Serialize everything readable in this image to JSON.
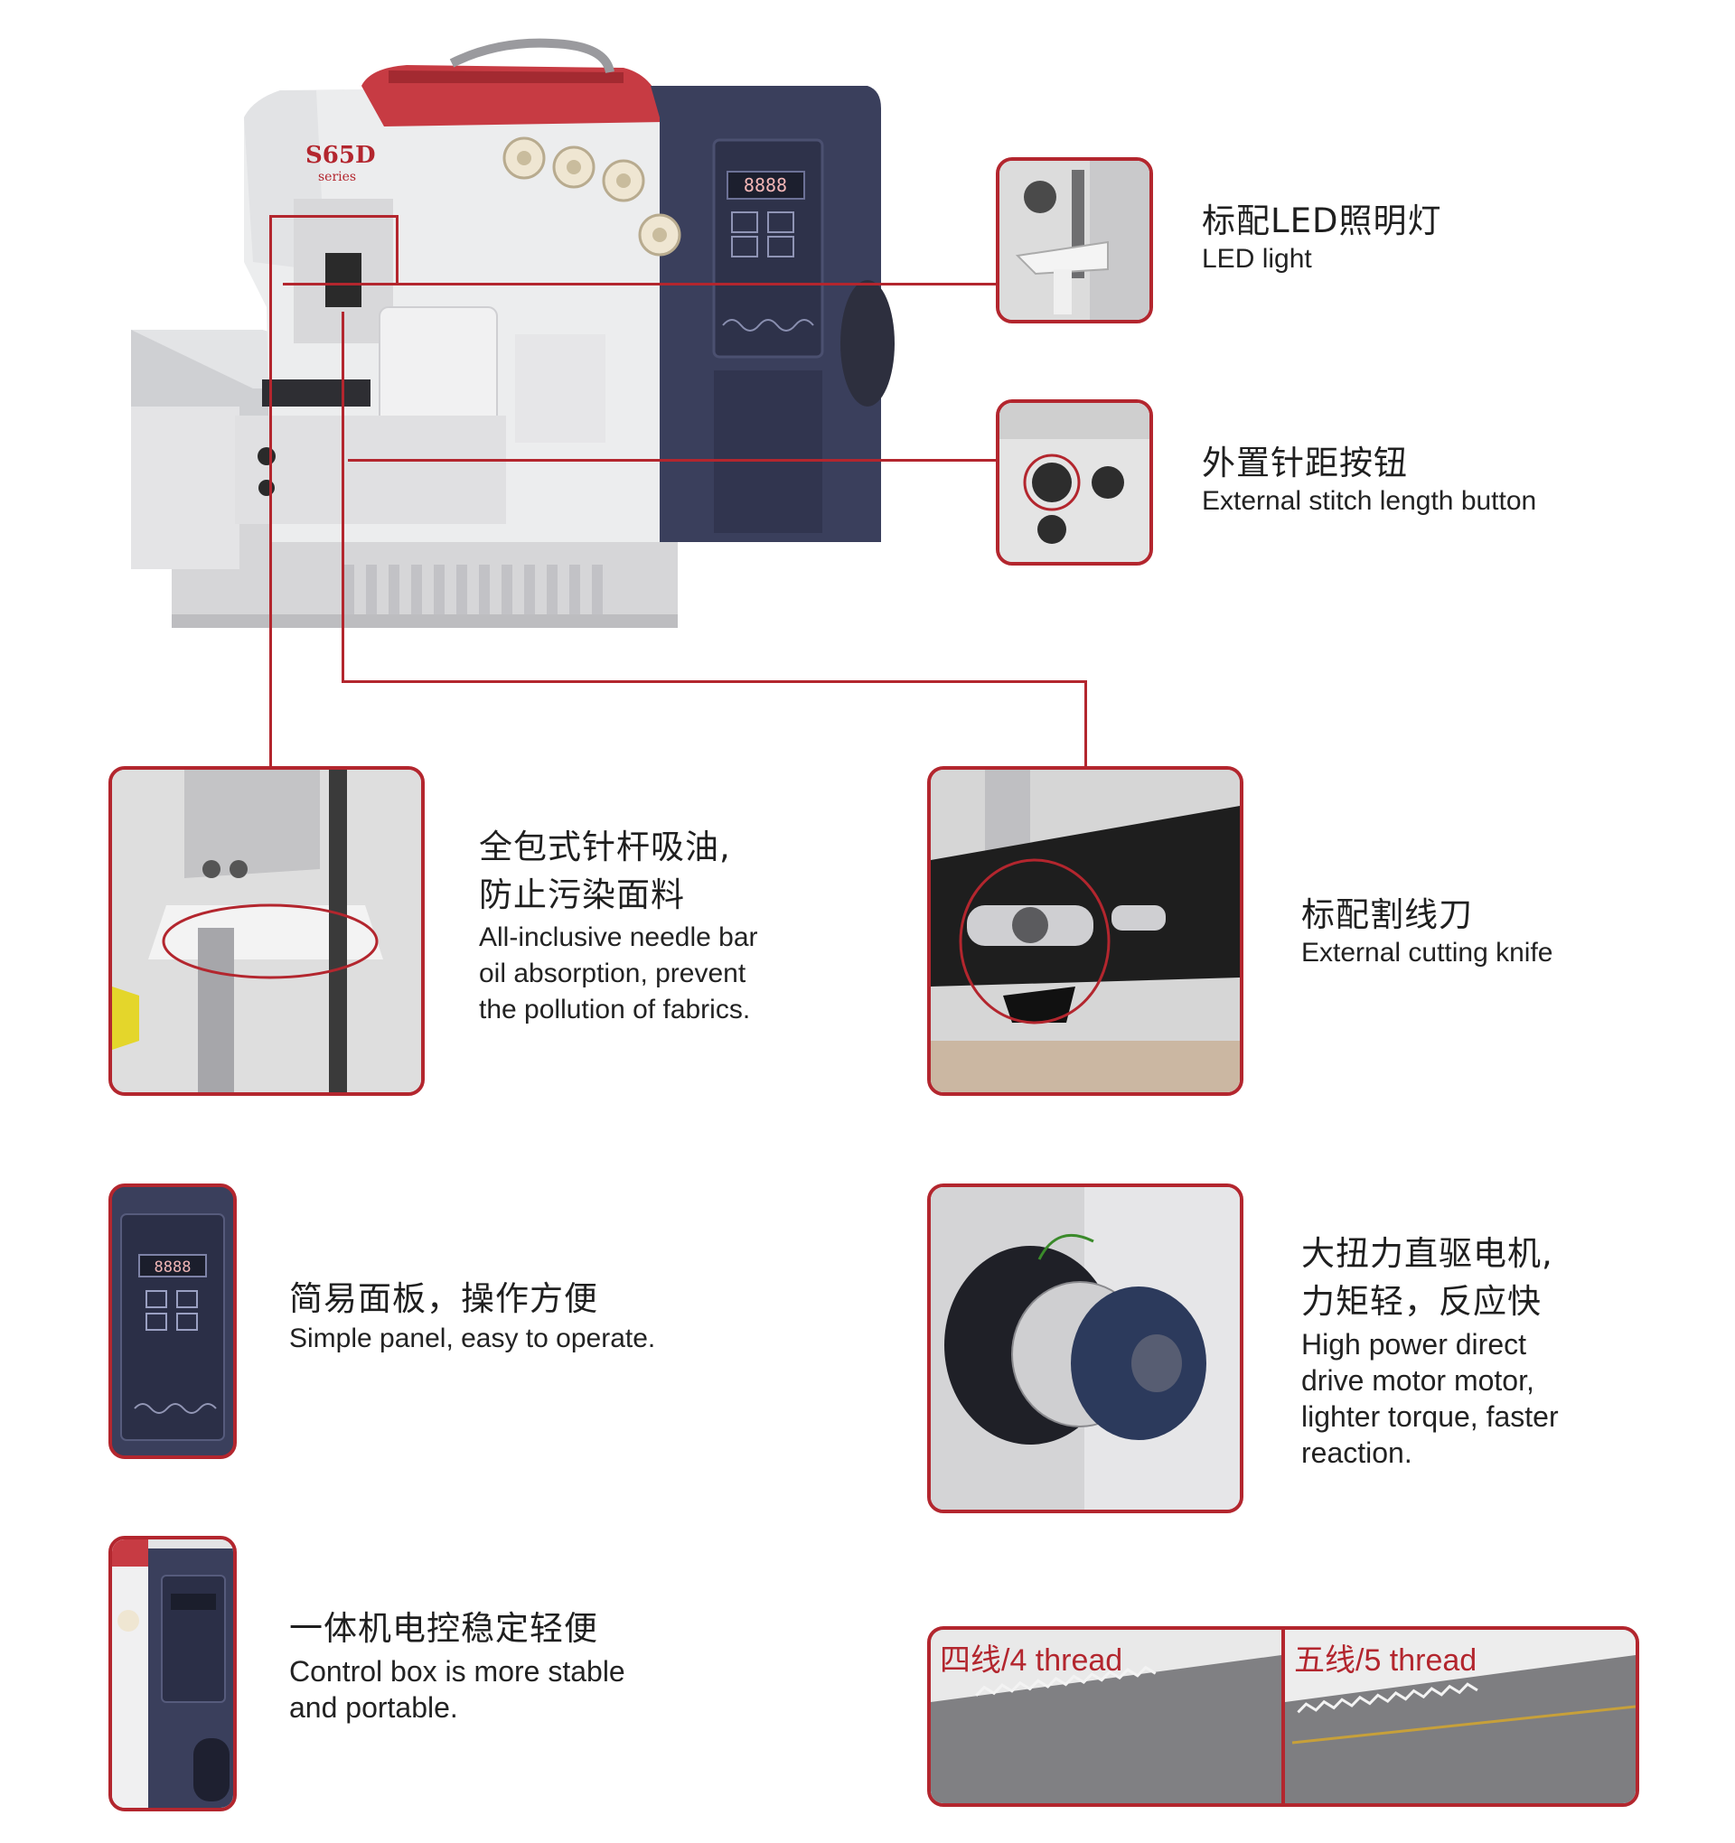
{
  "machine": {
    "model_label": "S65D",
    "series_label": "series"
  },
  "features": {
    "led": {
      "cn": "标配LED照明灯",
      "en": "LED light"
    },
    "stitch": {
      "cn": "外置针距按钮",
      "en": "External stitch length button"
    },
    "needlebar": {
      "cn_line1": "全包式针杆吸油,",
      "cn_line2": "防止污染面料",
      "en_line1": "All-inclusive needle bar",
      "en_line2": "oil absorption, prevent",
      "en_line3": "the pollution of fabrics."
    },
    "knife": {
      "cn": "标配割线刀",
      "en": "External cutting knife"
    },
    "panel": {
      "cn": "简易面板，操作方便",
      "en": "Simple panel, easy to operate."
    },
    "motor": {
      "cn_line1": "大扭力直驱电机,",
      "cn_line2": "力矩轻，反应快",
      "en_line1": "High power direct",
      "en_line2": "drive motor motor,",
      "en_line3": "lighter torque, faster",
      "en_line4": "reaction."
    },
    "controlbox": {
      "cn": "一体机电控稳定轻便",
      "en_line1": "Control box is more stable",
      "en_line2": "and portable."
    }
  },
  "threads": {
    "four": {
      "cn": "四线",
      "en": "/4 thread"
    },
    "five": {
      "cn": "五线",
      "en": "/5 thread"
    }
  },
  "panel_display": "8888",
  "colors": {
    "accent_red": "#b3262e",
    "machine_navy": "#3a3f5c",
    "machine_white": "#e9e9ea"
  }
}
